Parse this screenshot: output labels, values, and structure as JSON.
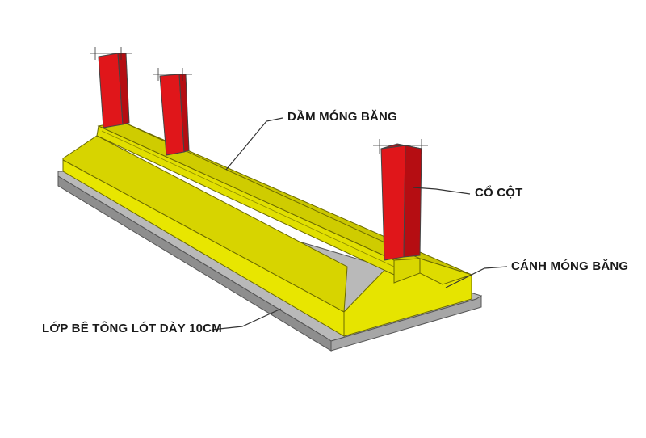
{
  "labels": {
    "beam": "DẦM MÓNG BĂNG",
    "column_neck": "CỔ CỘT",
    "wing": "CÁNH MÓNG BĂNG",
    "lean_concrete": "LỚP BÊ TÔNG LÓT DÀY 10CM"
  },
  "colors": {
    "footing_front": "#e8e600",
    "footing_top": "#d7d400",
    "footing_dark": "#bdbb00",
    "beam_top": "#cfcc00",
    "column_front": "#e0161a",
    "column_side": "#b50d12",
    "lean_top": "#b9b9b9",
    "lean_side": "#8e8e8e",
    "leader_line": "#333333"
  }
}
